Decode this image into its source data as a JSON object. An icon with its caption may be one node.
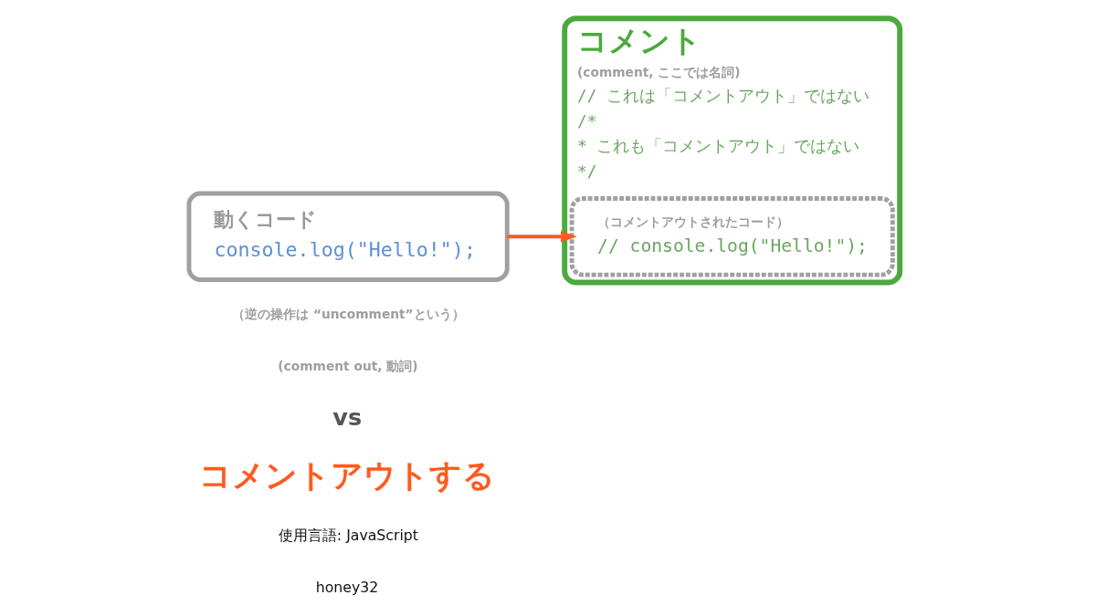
{
  "diagram": {
    "nodes": [
      {
        "text": [
          "動くコード",
          "console.log(\"Hello!\");"
        ]
      },
      {
        "text": [
          "コメント",
          "(comment, ここでは名詞)",
          "// これは「コメントアウト」ではない",
          "/*",
          "* これも「コメントアウト」ではない",
          "*/"
        ]
      },
      {
        "text": [
          "（コメントアウトされたコード）",
          "// console.log(\"Hello!\");"
        ],
        "in": 1
      }
    ],
    "edges": [
      {
        "from": 0,
        "to": 2,
        "arrow": "to",
        "color": "#ff5a1f"
      }
    ],
    "labels": [
      "honey32",
      "使用言語: JavaScript",
      "コメントアウトする",
      "vs",
      "(comment out, 動詞)",
      "（逆の操作は “uncomment”という）"
    ]
  }
}
